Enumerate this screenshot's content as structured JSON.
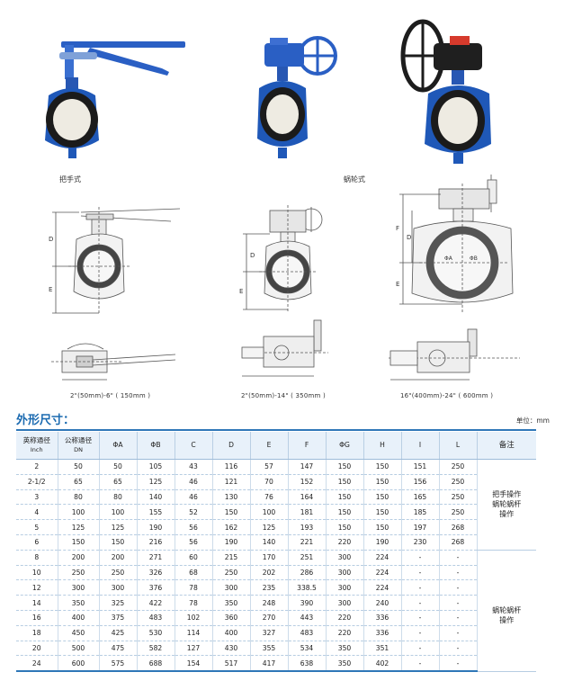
{
  "captions": {
    "handle": "把手式",
    "worm": "蜗轮式"
  },
  "size_captions": {
    "handle": "2\"(50mm)-6\" ( 150mm )",
    "worm_small": "2\"(50mm)-14\" ( 350mm )",
    "worm_large": "16\"(400mm)-24\" ( 600mm )"
  },
  "drawing_labels": {
    "D": "D",
    "E": "E",
    "F": "F",
    "PhiA": "ΦA",
    "PhiB": "ΦB"
  },
  "section_title": "外形尺寸：",
  "unit_label": "单位：mm",
  "table": {
    "headers": {
      "inch_main": "英称通径",
      "inch_sub": "Inch",
      "dn_main": "公称通径",
      "dn_sub": "DN",
      "a": "ΦA",
      "b": "ΦB",
      "c": "C",
      "d": "D",
      "e": "E",
      "f": "F",
      "g": "ΦG",
      "h": "H",
      "i": "I",
      "l": "L",
      "note": "备注"
    },
    "rows": [
      {
        "inch": "2",
        "dn": "50",
        "a": "50",
        "b": "105",
        "c": "43",
        "d": "116",
        "e": "57",
        "f": "147",
        "g": "150",
        "h": "150",
        "i": "151",
        "l": "250"
      },
      {
        "inch": "2-1/2",
        "dn": "65",
        "a": "65",
        "b": "125",
        "c": "46",
        "d": "121",
        "e": "70",
        "f": "152",
        "g": "150",
        "h": "150",
        "i": "156",
        "l": "250"
      },
      {
        "inch": "3",
        "dn": "80",
        "a": "80",
        "b": "140",
        "c": "46",
        "d": "130",
        "e": "76",
        "f": "164",
        "g": "150",
        "h": "150",
        "i": "165",
        "l": "250"
      },
      {
        "inch": "4",
        "dn": "100",
        "a": "100",
        "b": "155",
        "c": "52",
        "d": "150",
        "e": "100",
        "f": "181",
        "g": "150",
        "h": "150",
        "i": "185",
        "l": "250"
      },
      {
        "inch": "5",
        "dn": "125",
        "a": "125",
        "b": "190",
        "c": "56",
        "d": "162",
        "e": "125",
        "f": "193",
        "g": "150",
        "h": "150",
        "i": "197",
        "l": "268"
      },
      {
        "inch": "6",
        "dn": "150",
        "a": "150",
        "b": "216",
        "c": "56",
        "d": "190",
        "e": "140",
        "f": "221",
        "g": "220",
        "h": "190",
        "i": "230",
        "l": "268"
      },
      {
        "inch": "8",
        "dn": "200",
        "a": "200",
        "b": "271",
        "c": "60",
        "d": "215",
        "e": "170",
        "f": "251",
        "g": "300",
        "h": "224",
        "i": "-",
        "l": "-"
      },
      {
        "inch": "10",
        "dn": "250",
        "a": "250",
        "b": "326",
        "c": "68",
        "d": "250",
        "e": "202",
        "f": "286",
        "g": "300",
        "h": "224",
        "i": "-",
        "l": "-"
      },
      {
        "inch": "12",
        "dn": "300",
        "a": "300",
        "b": "376",
        "c": "78",
        "d": "300",
        "e": "235",
        "f": "338.5",
        "g": "300",
        "h": "224",
        "i": "-",
        "l": "-"
      },
      {
        "inch": "14",
        "dn": "350",
        "a": "325",
        "b": "422",
        "c": "78",
        "d": "350",
        "e": "248",
        "f": "390",
        "g": "300",
        "h": "240",
        "i": "-",
        "l": "-"
      },
      {
        "inch": "16",
        "dn": "400",
        "a": "375",
        "b": "483",
        "c": "102",
        "d": "360",
        "e": "270",
        "f": "443",
        "g": "220",
        "h": "336",
        "i": "-",
        "l": "-"
      },
      {
        "inch": "18",
        "dn": "450",
        "a": "425",
        "b": "530",
        "c": "114",
        "d": "400",
        "e": "327",
        "f": "483",
        "g": "220",
        "h": "336",
        "i": "-",
        "l": "-"
      },
      {
        "inch": "20",
        "dn": "500",
        "a": "475",
        "b": "582",
        "c": "127",
        "d": "430",
        "e": "355",
        "f": "534",
        "g": "350",
        "h": "351",
        "i": "-",
        "l": "-"
      },
      {
        "inch": "24",
        "dn": "600",
        "a": "575",
        "b": "688",
        "c": "154",
        "d": "517",
        "e": "417",
        "f": "638",
        "g": "350",
        "h": "402",
        "i": "-",
        "l": "-"
      }
    ],
    "notes": {
      "group1_line1": "把手操作",
      "group1_line2": "蜗轮蜗杆",
      "group1_line3": "操作",
      "group2_line1": "蜗轮蜗杆",
      "group2_line2": "操作"
    }
  },
  "colors": {
    "valve_blue": "#1f58b8",
    "seat_black": "#1b1b1b",
    "disc_white": "#eeebe2",
    "accent_blue": "#2f77b8",
    "red_cap": "#d63a2c"
  }
}
